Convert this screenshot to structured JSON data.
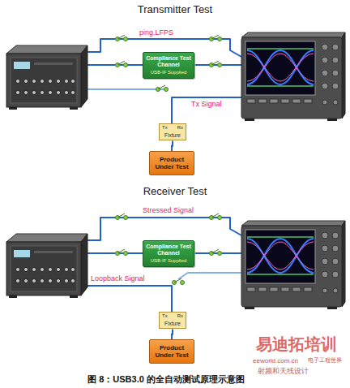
{
  "diagram": {
    "caption": "图 8：USB3.0 的全自动测试原理示意图",
    "nodes": [
      {
        "text": [
          "Compliance Test Channel",
          "USB-IF Supplied"
        ]
      },
      {
        "text": [
          "Tx",
          "Rx",
          "Fixture"
        ]
      },
      {
        "text": [
          "Product Under Test"
        ]
      },
      {
        "text": [
          "Compliance Test Channel",
          "USB-IF Supplied"
        ]
      },
      {
        "text": [
          "Tx",
          "Rx",
          "Fixture"
        ]
      },
      {
        "text": [
          "Product Under Test"
        ]
      }
    ],
    "edges": [
      {
        "from": 1,
        "to": 2,
        "arrow": "none"
      },
      {
        "from": 4,
        "to": 5,
        "arrow": "none"
      }
    ],
    "labels": [
      "Transmitter Test",
      "ping.LFPS",
      "Tx Signal",
      "Receiver Test",
      "Stressed Signal",
      "Loopback Signal",
      "易迪拓培训",
      "eeworld.com.cn",
      "电子工程世界",
      "射频和天线设计"
    ]
  }
}
